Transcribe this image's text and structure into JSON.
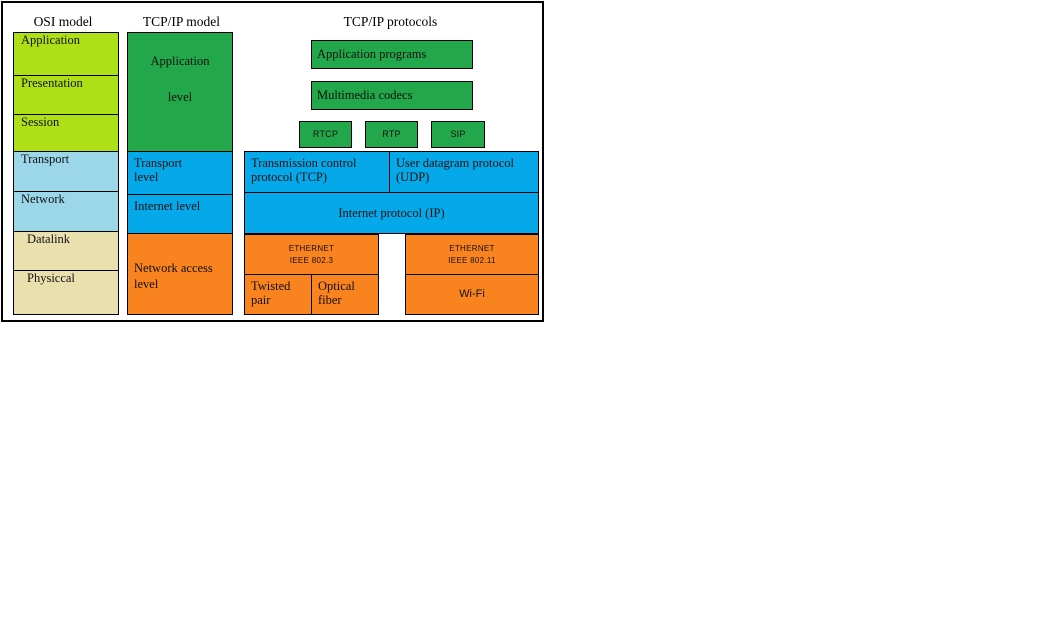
{
  "diagram": {
    "headings": {
      "osi": "OSI model",
      "tcpip": "TCP/IP model",
      "protocols": "TCP/IP protocols"
    },
    "colors": {
      "lime": "#aee018",
      "skyblue": "#9bd7e8",
      "beige": "#e9e0ae",
      "green": "#22a84a",
      "blue": "#05a8e8",
      "orange": "#f9831f",
      "border": "#000000",
      "background": "#ffffff"
    },
    "osi_layers": [
      {
        "label": "Application",
        "color": "#aee018"
      },
      {
        "label": "Presentation",
        "color": "#aee018"
      },
      {
        "label": "Session",
        "color": "#aee018"
      },
      {
        "label": "Transport",
        "color": "#9bd7e8"
      },
      {
        "label": "Network",
        "color": "#9bd7e8"
      },
      {
        "label": "Datalink",
        "color": "#e9e0ae"
      },
      {
        "label": "Physiccal",
        "color": "#e9e0ae"
      }
    ],
    "tcpip_layers": [
      {
        "label": "Application\n\nlevel",
        "color": "#22a84a"
      },
      {
        "label": "Transport\nlevel",
        "color": "#05a8e8"
      },
      {
        "label": "Internet level",
        "color": "#05a8e8"
      },
      {
        "label": "Network access\nlevel",
        "color": "#f9831f"
      }
    ],
    "protocols": {
      "application_programs": "Application programs",
      "multimedia_codecs": "Multimedia codecs",
      "small_protocols": [
        "RTCP",
        "RTP",
        "SIP"
      ],
      "transport": [
        "Transmission control\nprotocol (TCP)",
        "User datagram protocol\n(UDP)"
      ],
      "internet": "Internet protocol (IP)",
      "link_left": {
        "standard": "ETHERNET\nIEEE 802.3",
        "media": [
          "Twisted\npair",
          "Optical\nfiber"
        ]
      },
      "link_right": {
        "standard": "ETHERNET\nIEEE 802.11",
        "media": [
          "Wi-Fi"
        ]
      }
    }
  }
}
